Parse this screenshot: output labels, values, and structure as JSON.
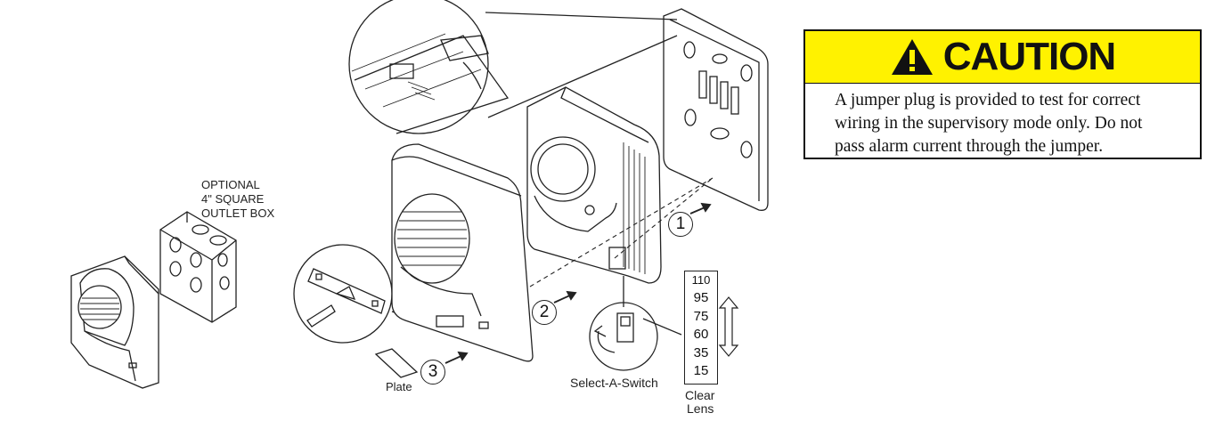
{
  "labels": {
    "outlet_box_line1": "OPTIONAL",
    "outlet_box_line2": "4\" SQUARE",
    "outlet_box_line3": "OUTLET BOX",
    "plate": "Plate",
    "select_a_switch": "Select-A-Switch",
    "clear": "Clear",
    "lens": "Lens"
  },
  "steps": [
    "1",
    "2",
    "3"
  ],
  "candela_settings": [
    "110",
    "95",
    "75",
    "60",
    "35",
    "15"
  ],
  "caution": {
    "title": "CAUTION",
    "icon": "warning-triangle-icon",
    "header_color": "#FFF200",
    "lines": [
      "A jumper plug is provided to test for correct",
      "wiring in the supervisory mode only. Do not",
      "pass alarm current through the jumper."
    ]
  }
}
